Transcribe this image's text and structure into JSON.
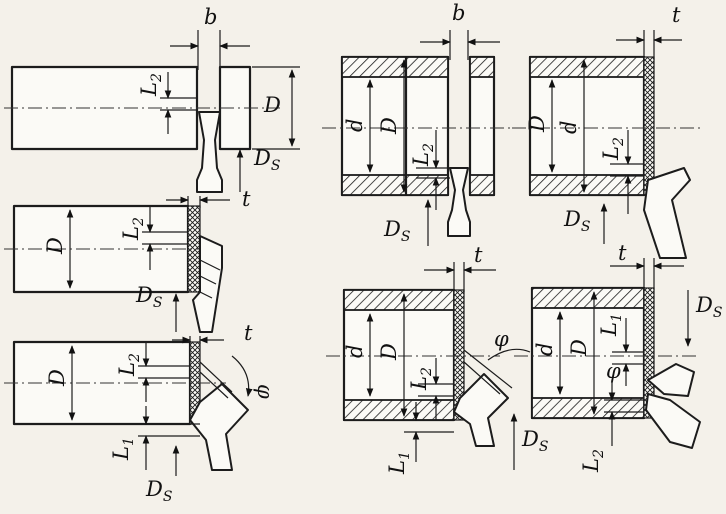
{
  "labels": {
    "b": "b",
    "t": "t",
    "d": "d",
    "D": "D",
    "L1": "L",
    "L2": "L",
    "sub1": "1",
    "sub2": "2",
    "Ds": "D",
    "subS": "S",
    "phi": "φ"
  }
}
